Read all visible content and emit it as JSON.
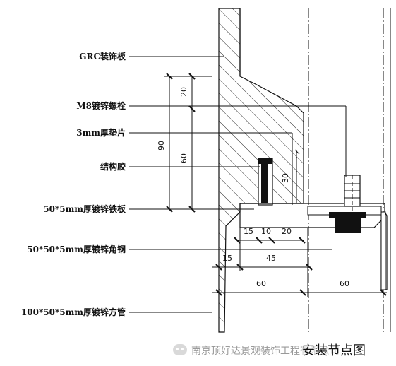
{
  "labels": {
    "grc_panel": "GRC装饰板",
    "m8_bolt": "M8镀锌螺栓",
    "shim": "3mm厚垫片",
    "adhesive": "结构胶",
    "iron_plate": "50*5mm厚镀锌铁板",
    "angle_steel": "50*50*5mm厚镀锌角钢",
    "square_tube": "100*50*5mm厚镀锌方管"
  },
  "dimensions": {
    "d90": "90",
    "d20": "20",
    "d60v": "60",
    "d30": "30",
    "d15a": "15",
    "d10": "10",
    "d20h": "20",
    "d15b": "15",
    "d45": "45",
    "d60a": "60",
    "d60b": "60"
  },
  "title": "安装节点图",
  "watermark": "南京顶好达景观装饰工程有限公司"
}
